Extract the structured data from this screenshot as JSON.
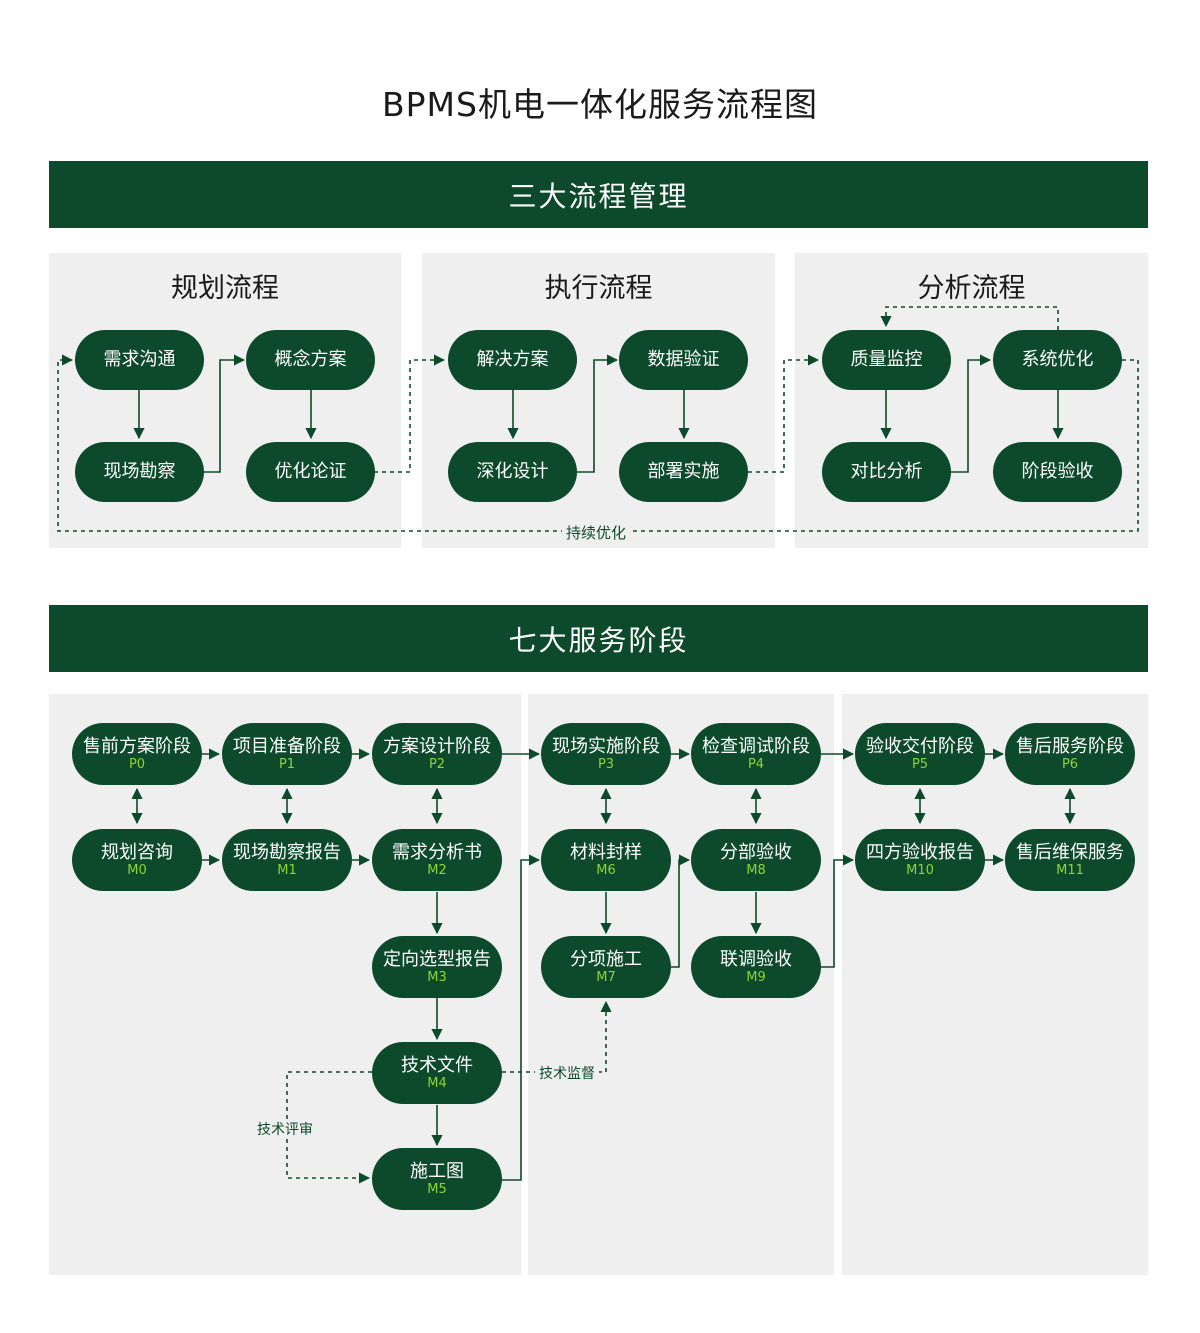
{
  "title": "BPMS机电一体化服务流程图",
  "colors": {
    "primary": "#0d4a2b",
    "accent": "#8cd436",
    "panel": "#efefef"
  },
  "section1": {
    "banner": "三大流程管理",
    "panels": [
      {
        "title": "规划流程",
        "nodes": [
          "需求沟通",
          "现场勘察",
          "概念方案",
          "优化论证"
        ]
      },
      {
        "title": "执行流程",
        "nodes": [
          "解决方案",
          "深化设计",
          "数据验证",
          "部署实施"
        ]
      },
      {
        "title": "分析流程",
        "nodes": [
          "质量监控",
          "对比分析",
          "系统优化",
          "阶段验收"
        ]
      }
    ],
    "loop_label": "持续优化"
  },
  "section2": {
    "banner": "七大服务阶段",
    "phases": [
      {
        "label": "售前方案阶段",
        "code": "P0"
      },
      {
        "label": "项目准备阶段",
        "code": "P1"
      },
      {
        "label": "方案设计阶段",
        "code": "P2"
      },
      {
        "label": "现场实施阶段",
        "code": "P3"
      },
      {
        "label": "检查调试阶段",
        "code": "P4"
      },
      {
        "label": "验收交付阶段",
        "code": "P5"
      },
      {
        "label": "售后服务阶段",
        "code": "P6"
      }
    ],
    "milestones": [
      {
        "label": "规划咨询",
        "code": "M0"
      },
      {
        "label": "现场勘察报告",
        "code": "M1"
      },
      {
        "label": "需求分析书",
        "code": "M2"
      },
      {
        "label": "定向选型报告",
        "code": "M3"
      },
      {
        "label": "技术文件",
        "code": "M4"
      },
      {
        "label": "施工图",
        "code": "M5"
      },
      {
        "label": "材料封样",
        "code": "M6"
      },
      {
        "label": "分项施工",
        "code": "M7"
      },
      {
        "label": "分部验收",
        "code": "M8"
      },
      {
        "label": "联调验收",
        "code": "M9"
      },
      {
        "label": "四方验收报告",
        "code": "M10"
      },
      {
        "label": "售后维保服务",
        "code": "M11"
      }
    ],
    "review_label": "技术评审",
    "supervision_label": "技术监督"
  }
}
